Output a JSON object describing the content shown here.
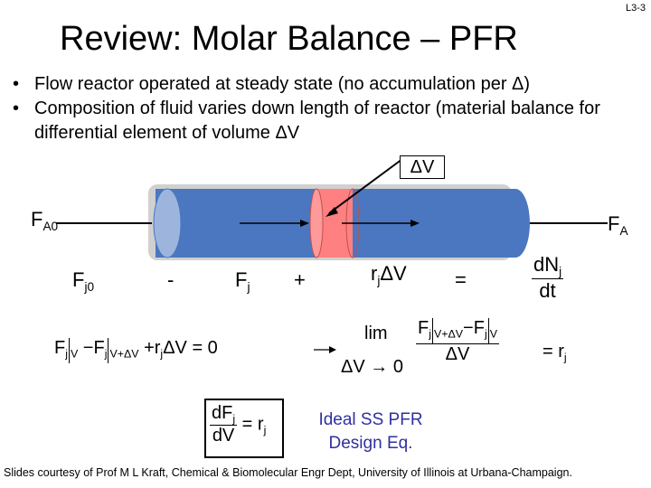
{
  "slide_number": "L3-3",
  "title": "Review: Molar Balance – PFR",
  "bullets": [
    "Flow reactor operated at steady state (no accumulation per Δ)",
    "Composition of fluid varies down length of reactor (material balance for  differential element of volume ΔV"
  ],
  "diagram": {
    "volume_label": "ΔV",
    "inlet_label": "F",
    "inlet_sub": "A0",
    "outlet_label": "F",
    "outlet_sub": "A"
  },
  "balance_terms": {
    "in": "F",
    "in_sub": "j0",
    "minus": "-",
    "out": "F",
    "out_sub": "j",
    "plus": "+",
    "gen_r": "r",
    "gen_sub": "j",
    "gen_v": "ΔV",
    "equals": "=",
    "acc_num": "dN",
    "acc_sub": "j",
    "acc_den": "dt"
  },
  "equation": {
    "lhs": "F_j|_V − F_j|_{V+ΔV} + r_j ΔV = 0",
    "arrow": "→",
    "lim": "lim",
    "lim_sub": "ΔV → 0",
    "rhs": "= r_j"
  },
  "design_equation": {
    "caption": "Ideal SS PFR Design Eq."
  },
  "footer": "Slides courtesy of Prof M L Kraft, Chemical & Biomolecular Engr Dept, University of Illinois at Urbana-Champaign.",
  "colors": {
    "tube": "#4a77c0",
    "tube_end": "#9db5dc",
    "element": "#ff8080",
    "shadow": "#d0d0d0"
  }
}
